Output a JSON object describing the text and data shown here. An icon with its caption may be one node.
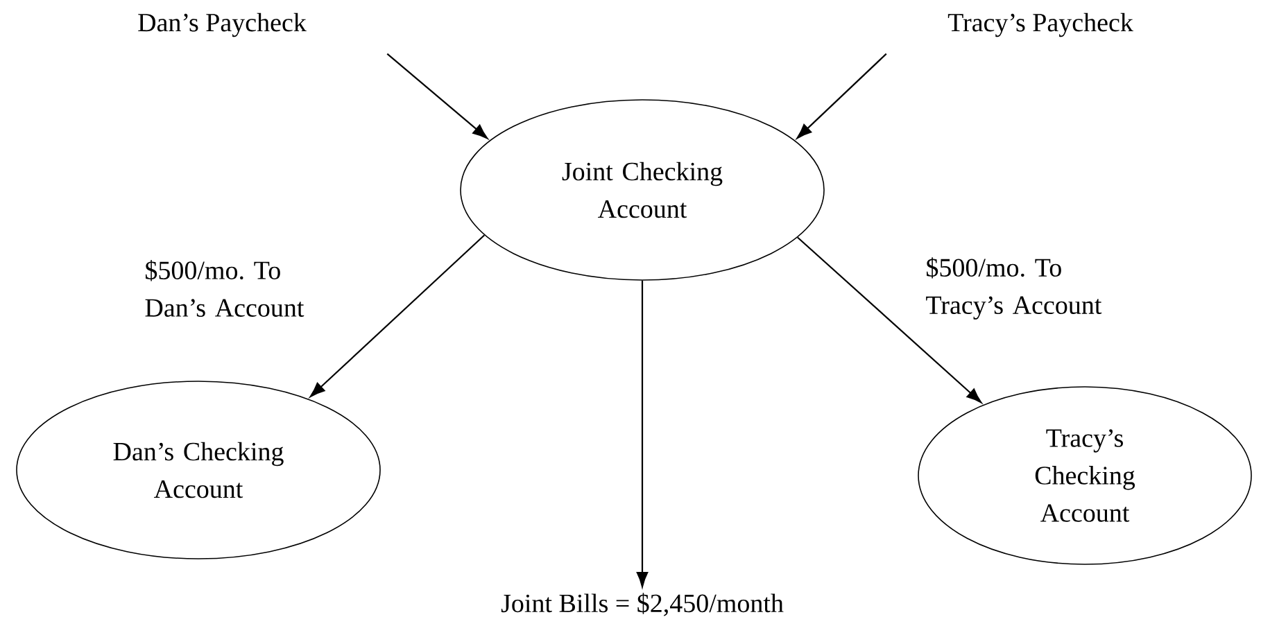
{
  "diagram": {
    "nodes": [
      {
        "text": [
          "Dan’s Paycheck"
        ]
      },
      {
        "text": [
          "Tracy’s Paycheck"
        ]
      },
      {
        "text": [
          "Joint Checking Account"
        ]
      },
      {
        "text": [
          "Dan’s Checking Account"
        ]
      },
      {
        "text": [
          "Tracy’s Checking Account"
        ]
      },
      {
        "text": [
          "Joint Bills = $2,450/month"
        ]
      }
    ],
    "edges": [
      {
        "from": 0,
        "to": 2,
        "arrow": "to"
      },
      {
        "from": 1,
        "to": 2,
        "arrow": "to"
      },
      {
        "from": 2,
        "to": 3,
        "arrow": "to",
        "label": "$500/mo. To Dan’s Account"
      },
      {
        "from": 2,
        "to": 4,
        "arrow": "to",
        "label": "$500/mo. To Tracy’s Account"
      },
      {
        "from": 2,
        "to": 5,
        "arrow": "to"
      }
    ]
  }
}
